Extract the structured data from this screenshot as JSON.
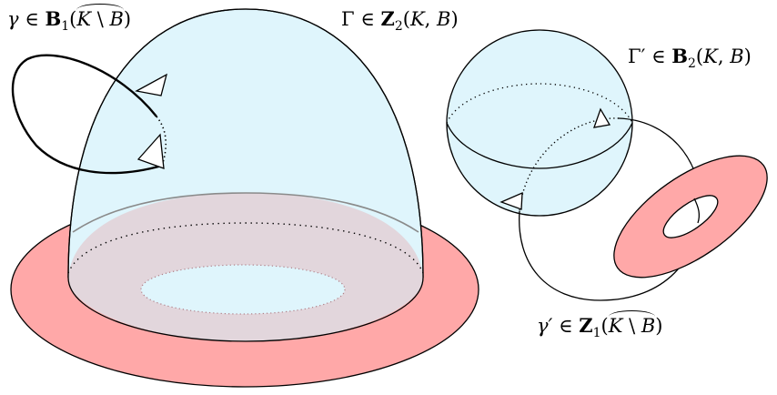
{
  "labels": {
    "gamma_sym": "γ",
    "gamma_rel": " ∈ ",
    "gamma_B": "B",
    "gamma_sub": "1",
    "gamma_open": "(",
    "gamma_K": "K",
    "gamma_setminus": " \\ ",
    "gamma_Bc": "B",
    "gamma_close": ")",
    "Gamma_sym": "Γ",
    "Gamma_rel": " ∈ ",
    "Gamma_Z": "Z",
    "Gamma_sub": "2",
    "Gamma_args_open": "(",
    "Gamma_K": "K",
    "Gamma_comma": ", ",
    "Gamma_B": "B",
    "Gamma_args_close": ")",
    "Gammap_sym": "Γ′",
    "Gammap_rel": " ∈ ",
    "Gammap_B": "B",
    "Gammap_sub": "2",
    "Gammap_args_open": "(",
    "Gammap_K": "K",
    "Gammap_comma": ", ",
    "Gammap_Bc": "B",
    "Gammap_args_close": ")",
    "gammap_sym": "γ′",
    "gammap_rel": " ∈ ",
    "gammap_Z": "Z",
    "gammap_sub": "1",
    "gammap_open": "(",
    "gammap_K": "K",
    "gammap_setminus": " \\ ",
    "gammap_Bc": "B",
    "gammap_close": ")"
  },
  "colors": {
    "dome_fill": "#dff5fc",
    "annulus_fill": "#ffa8a8",
    "overlap_fill": "#e2d6dc",
    "stroke": "#000000"
  }
}
